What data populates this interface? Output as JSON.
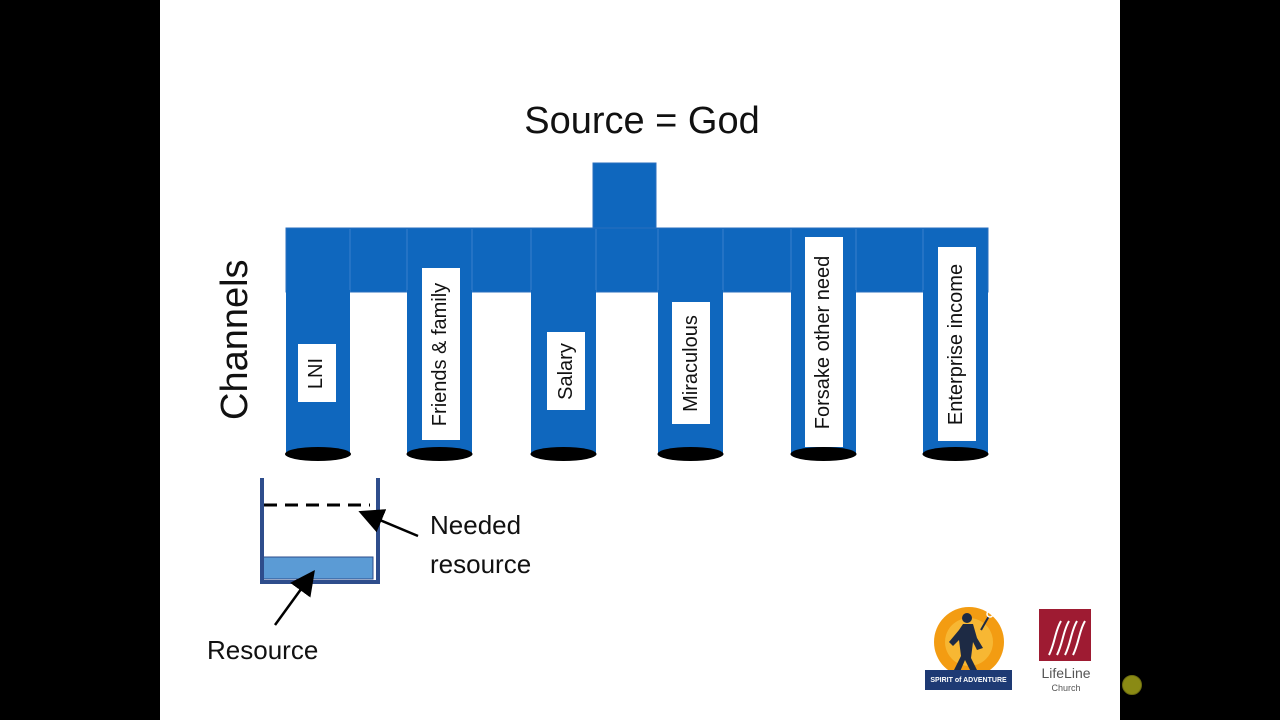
{
  "slide": {
    "title": "Source = God",
    "side_label": "Channels",
    "channels": [
      {
        "label": "LNI"
      },
      {
        "label": "Friends & family"
      },
      {
        "label": "Salary"
      },
      {
        "label": "Miraculous"
      },
      {
        "label": "Forsake other need"
      },
      {
        "label": "Enterprise income"
      }
    ],
    "needed_label_line1": "Needed",
    "needed_label_line2": "resource",
    "resource_label": "Resource"
  },
  "logos": {
    "spirit_line": "SPIRIT of ADVENTURE",
    "lifeline_name": "LifeLine",
    "lifeline_sub": "Church"
  },
  "colors": {
    "pipe_blue": "#0F67BE",
    "tank_blue": "#2E4D8C",
    "water_blue": "#5B9BD5",
    "lifeline_red": "#9E1B32",
    "cursor_olive": "#8A8A14"
  }
}
